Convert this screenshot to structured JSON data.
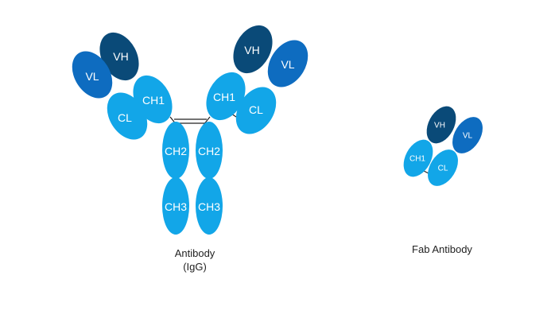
{
  "colors": {
    "vh": "#0a4a78",
    "vl": "#0e6cc0",
    "constant": "#12a6e8",
    "bond": "#222222",
    "caption": "#222222"
  },
  "igg": {
    "left_vh": "VH",
    "left_vl": "VL",
    "left_ch1": "CH1",
    "left_cl": "CL",
    "right_vh": "VH",
    "right_vl": "VL",
    "right_ch1": "CH1",
    "right_cl": "CL",
    "left_ch2": "CH2",
    "right_ch2": "CH2",
    "left_ch3": "CH3",
    "right_ch3": "CH3",
    "caption_line1": "Antibody",
    "caption_line2": "(IgG)"
  },
  "fab": {
    "vh": "VH",
    "vl": "VL",
    "ch1": "CH1",
    "cl": "CL",
    "caption": "Fab Antibody"
  }
}
